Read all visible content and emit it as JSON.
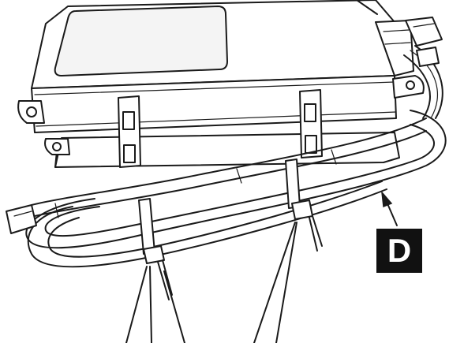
{
  "figure": {
    "components": [
      {
        "id": "control-module",
        "icon": "stacked-module-box-icon"
      },
      {
        "id": "wire-harness",
        "icon": "wire-harness-loop-icon"
      },
      {
        "id": "cable-ties",
        "icon": "cable-tie-icon",
        "count": 2
      },
      {
        "id": "connector",
        "icon": "plug-connector-icon"
      }
    ],
    "callouts": [
      {
        "id": "callout-d",
        "label": "D"
      }
    ],
    "colors": {
      "ink": "#1a1a1a",
      "callout_bg": "#111111",
      "callout_text": "#ffffff",
      "background": "#ffffff"
    }
  }
}
